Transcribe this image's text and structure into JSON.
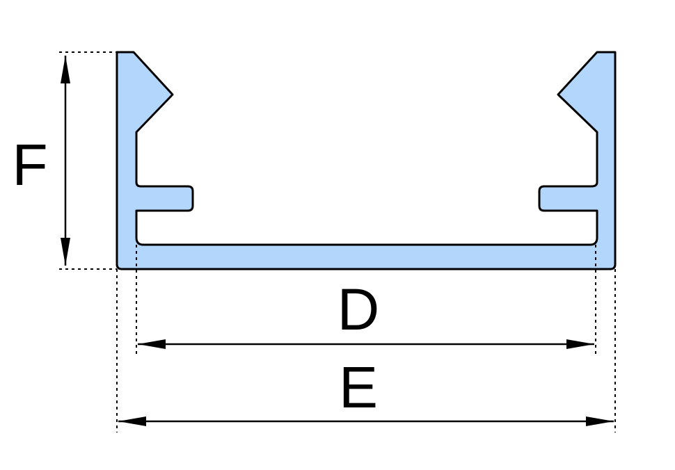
{
  "labels": {
    "height": "F",
    "inner_width": "D",
    "outer_width": "E"
  },
  "colors": {
    "profile_fill": "#b3d7fc",
    "line": "#000000",
    "background": "#ffffff"
  }
}
